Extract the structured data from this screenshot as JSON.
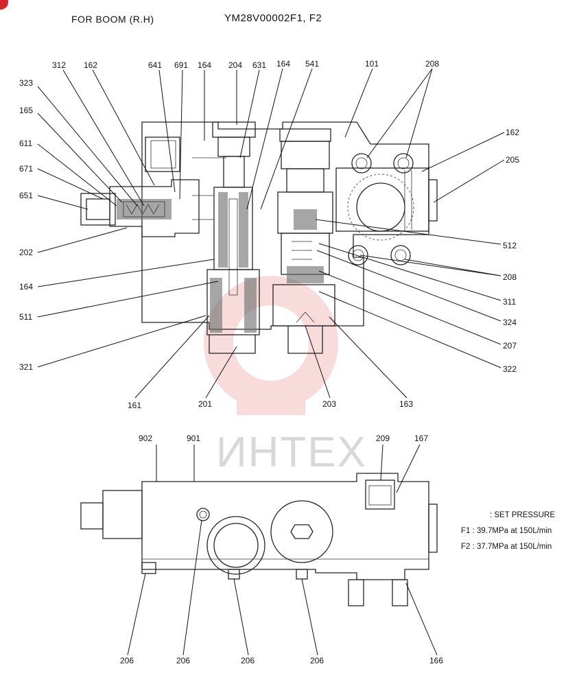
{
  "header": {
    "title_left": "FOR  BOOM (R.H)",
    "title_right": "YM28V00002F1, F2"
  },
  "notes": {
    "heading": ": SET PRESSURE",
    "f1": "F1 : 39.7MPa  at  150L/min",
    "f2": "F2 : 37.7MPa  at  150L/min"
  },
  "watermark": {
    "text": "ИНТЕХ",
    "color": "#f2b5b5"
  },
  "colors": {
    "badge": "#d8232a",
    "watermark_logo": "#f3c0c0"
  },
  "labels_top": [
    "312",
    "162",
    "641",
    "691",
    "164",
    "204",
    "631",
    "164",
    "541",
    "101",
    "208"
  ],
  "labels_left": [
    "323",
    "165",
    "611",
    "671",
    "651",
    "202",
    "164",
    "511",
    "321"
  ],
  "labels_right": [
    "162",
    "205",
    "512",
    "208",
    "311",
    "324",
    "207",
    "322"
  ],
  "labels_bottom_upper": [
    "161",
    "201",
    "203",
    "163"
  ],
  "labels_lower_top": [
    "902",
    "901",
    "209",
    "167"
  ],
  "labels_lower_bottom": [
    "206",
    "206",
    "206",
    "206",
    "166"
  ]
}
